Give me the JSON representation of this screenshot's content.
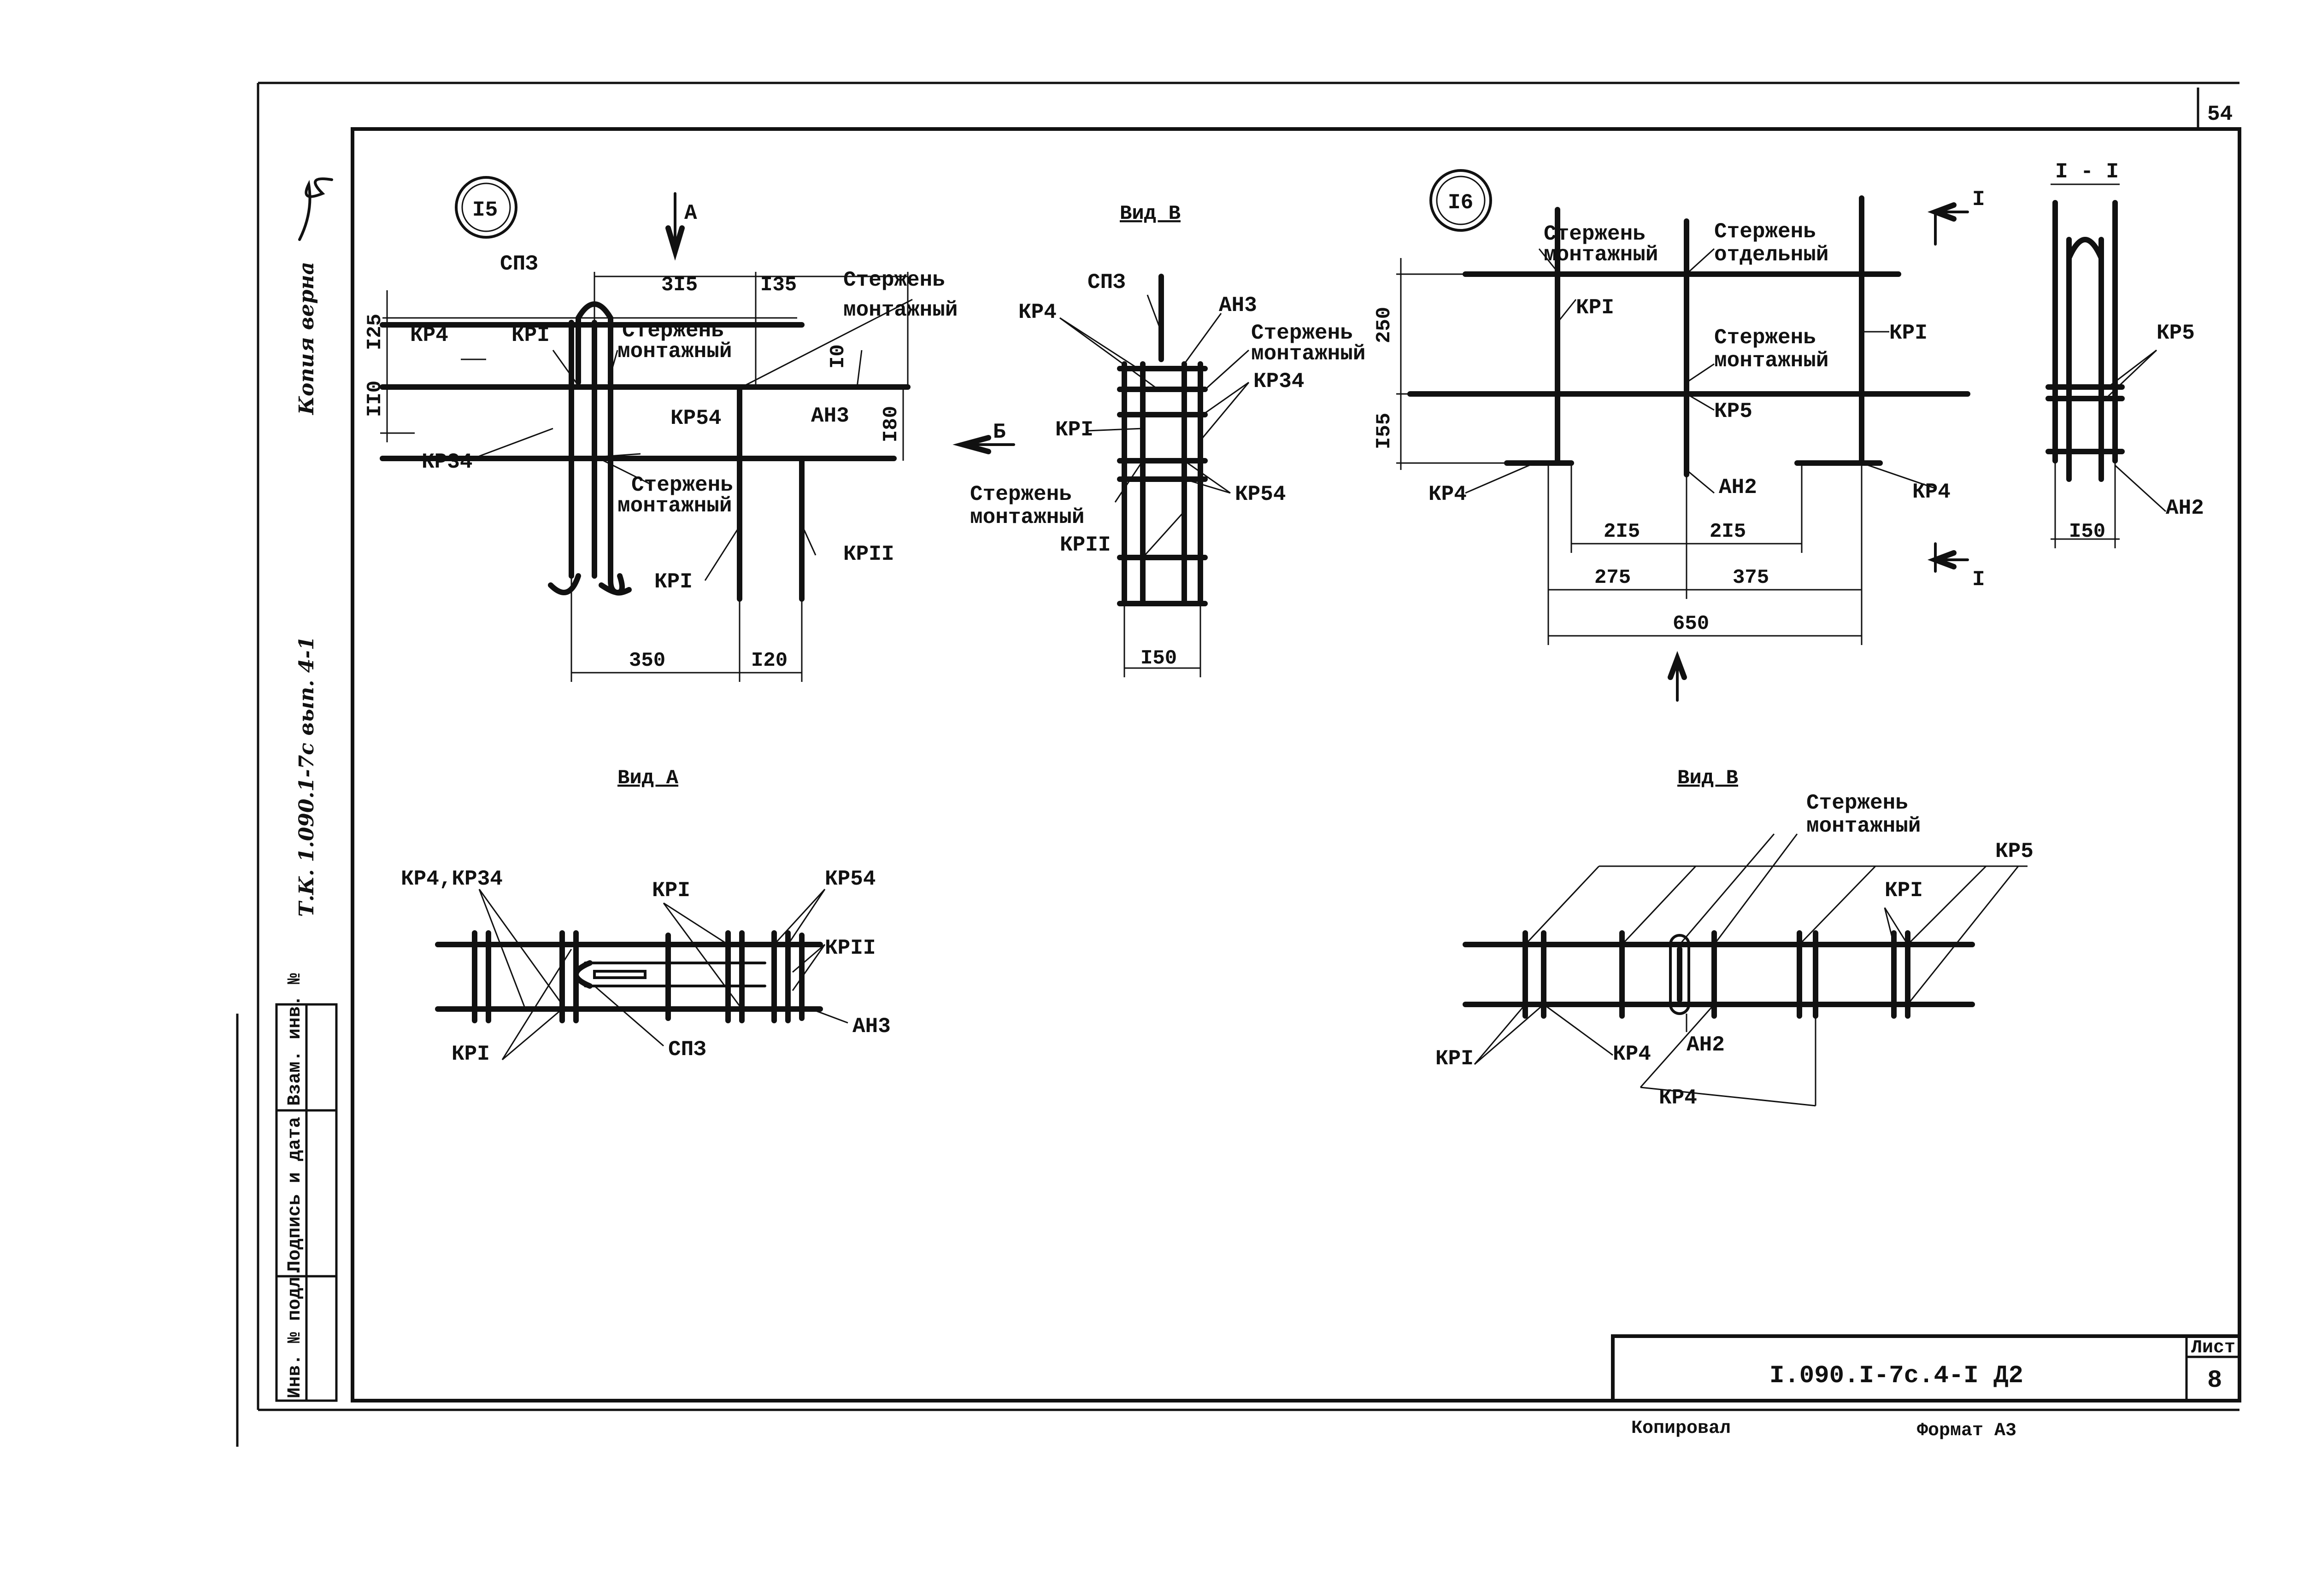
{
  "sheet": {
    "top_number": "54",
    "designation": "I.090.I-7c.4-I Д2",
    "sheet_label": "Лист",
    "sheet_number": "8",
    "footer_left": "Копировал",
    "footer_right": "Формат А3",
    "side_note_top": "Копия верна",
    "side_note_bottom": "Т.К. 1.090.1-7с вып. 4-1",
    "stamp_cells": [
      "Инв. № подл.",
      "Подпись и дата",
      "Взам. инв. №"
    ]
  },
  "node15": {
    "number": "I5",
    "arrow_label": "А",
    "arrow_left_label": "Б",
    "labels": {
      "kr4": "КР4",
      "kr1_top": "КРI",
      "sp3": "СПЗ",
      "rod1_a": "Стержень",
      "rod1_b": "монтажный",
      "rod2_a": "Стержень",
      "rod2_b": "монтажный",
      "rod3_a": "Стержень",
      "rod3_b": "монтажный",
      "an3": "АН3",
      "kr54": "КР54",
      "kr34": "КР34",
      "kr1_bot": "КРI",
      "kr11": "КРII"
    },
    "dims": {
      "d315": "3I5",
      "d135": "I35",
      "d125": "I25",
      "d110": "II0",
      "d10": "I0",
      "d180": "I80",
      "d350": "350",
      "d120": "I20"
    }
  },
  "viewB_small": {
    "title": "Вид В",
    "labels": {
      "sp3": "СПЗ",
      "an3": "АН3",
      "kr4": "КР4",
      "rod_a": "Стержень",
      "rod_b": "монтажный",
      "kr34": "КР34",
      "kr1": "КРI",
      "rod2_a": "Стержень",
      "rod2_b": "монтажный",
      "kr54": "КР54",
      "kr11": "КРII"
    },
    "dim150": "I50"
  },
  "node16": {
    "number": "I6",
    "section_mark": "I",
    "labels": {
      "rod_mount_a": "Стержень",
      "rod_mount_b": "монтажный",
      "rod_sep_a": "Стержень",
      "rod_sep_b": "отдельный",
      "kr1_left": "КРI",
      "kr1_right": "КРI",
      "rod_mid_a": "Стержень",
      "rod_mid_b": "монтажный",
      "kr5": "КР5",
      "an2": "АН2",
      "kr4_left": "КР4",
      "kr4_right": "КР4"
    },
    "dims": {
      "d250": "250",
      "d155": "I55",
      "d215a": "2I5",
      "d215b": "2I5",
      "d275": "275",
      "d375": "375",
      "d650": "650"
    }
  },
  "section11": {
    "title": "I - I",
    "kr5": "КР5",
    "an2": "АН2",
    "dim150": "I50"
  },
  "viewA": {
    "title": "Вид А",
    "labels": {
      "kr4kr34": "КР4,КР34",
      "kr1_top": "КРI",
      "kr54": "КР54",
      "kr11": "КРII",
      "an3": "АН3",
      "kr1_bot": "КРI",
      "sp3": "СПЗ"
    }
  },
  "viewB_large": {
    "title": "Вид В",
    "labels": {
      "rod_a": "Стержень",
      "rod_b": "монтажный",
      "kr5": "КР5",
      "kr1_right": "КРI",
      "kr1_left": "КРI",
      "kr4_a": "КР4",
      "an2": "АН2",
      "kr4_b": "КР4"
    }
  }
}
